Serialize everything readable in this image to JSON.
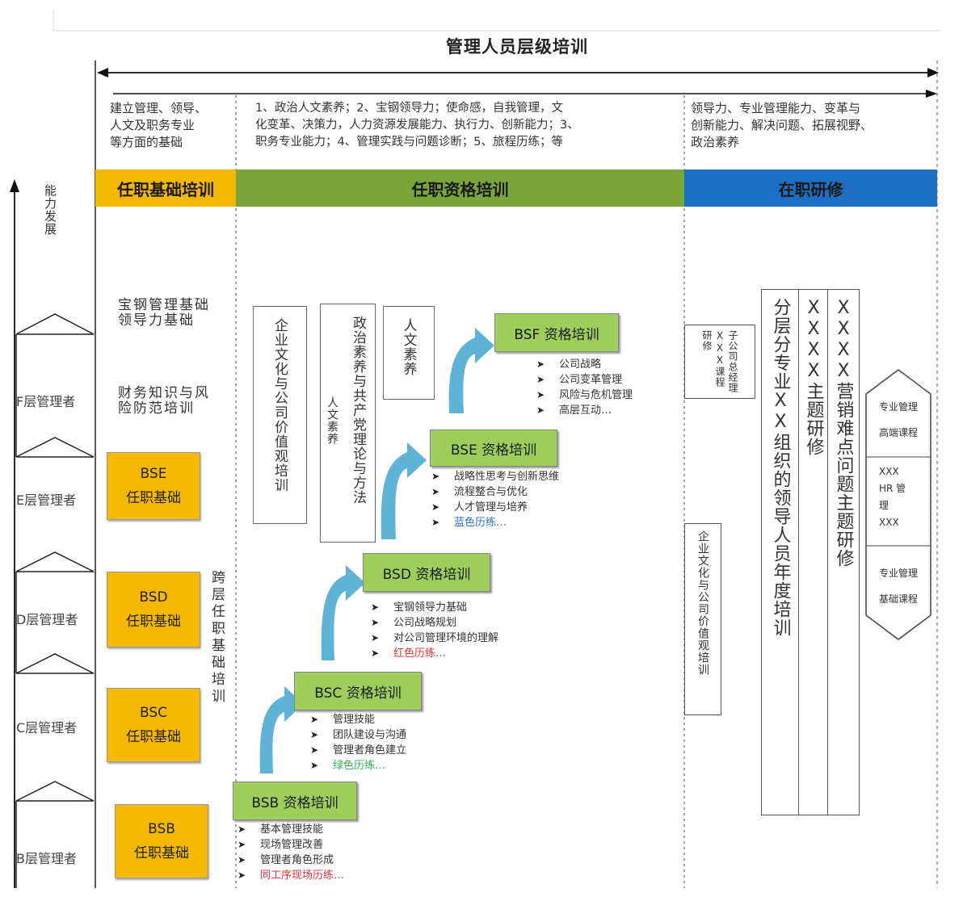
{
  "title": "管理人员层级培训",
  "descriptions": {
    "col1": "建立管理、领导、\n人文及职务专业\n等方面的基础",
    "col2": "1、政治人文素养；2、宝钢领导力；使命感，自我管理，文\n化变革、决策力，人力资源发展能力、执行力、创新能力；3、\n职务专业能力；4、管理实践与问题诊断；5、旅程历练；等",
    "col3": "领导力、专业管理能力、变革与\n创新能力、解决问题、拓展视野、\n政治素养"
  },
  "bands": [
    {
      "label": "任职基础培训",
      "color": "#f5b800"
    },
    {
      "label": "任职资格培训",
      "color": "#7aa53a"
    },
    {
      "label": "在职研修",
      "color": "#1c6fc4"
    }
  ],
  "axis_label": "能力发展",
  "layers": [
    {
      "label": "F层管理者"
    },
    {
      "label": "E层管理者"
    },
    {
      "label": "D层管理者"
    },
    {
      "label": "C层管理者"
    },
    {
      "label": "B层管理者"
    }
  ],
  "basic_boxes": [
    {
      "code": "BSE",
      "sub": "任职基础"
    },
    {
      "code": "BSD",
      "sub": "任职基础"
    },
    {
      "code": "BSC",
      "sub": "任职基础"
    },
    {
      "code": "BSB",
      "sub": "任职基础"
    }
  ],
  "basic_texts": {
    "t1": "宝钢管理基础\n领导力基础",
    "t2": "财务知识与风\n险防范培训",
    "cross_layer": "跨层任职基础培训"
  },
  "vertical_boxes": {
    "culture": "企业文化与公司价值观培训",
    "politics": "政治素养与共产党理论与方法",
    "politics_side": "人文素养",
    "humanities": "人文素养"
  },
  "qualification": [
    {
      "title": "BSF 资格培训",
      "items": [
        {
          "text": "公司战略",
          "color": "normal"
        },
        {
          "text": "公司变革管理",
          "color": "normal"
        },
        {
          "text": "风险与危机管理",
          "color": "normal"
        },
        {
          "text": "高层互动…",
          "color": "normal"
        }
      ]
    },
    {
      "title": "BSE 资格培训",
      "items": [
        {
          "text": "战略性思考与创新思维",
          "color": "normal"
        },
        {
          "text": "流程整合与优化",
          "color": "normal"
        },
        {
          "text": "人才管理与培养",
          "color": "normal"
        },
        {
          "text": "蓝色历练…",
          "color": "blue"
        }
      ]
    },
    {
      "title": "BSD 资格培训",
      "items": [
        {
          "text": "宝钢领导力基础",
          "color": "normal"
        },
        {
          "text": "公司战略规划",
          "color": "normal"
        },
        {
          "text": "对公司管理环境的理解",
          "color": "normal"
        },
        {
          "text": "红色历练…",
          "color": "red"
        }
      ]
    },
    {
      "title": "BSC 资格培训",
      "items": [
        {
          "text": "管理技能",
          "color": "normal"
        },
        {
          "text": "团队建设与沟通",
          "color": "normal"
        },
        {
          "text": "管理者角色建立",
          "color": "normal"
        },
        {
          "text": "绿色历练…",
          "color": "green"
        }
      ]
    },
    {
      "title": "BSB 资格培训",
      "items": [
        {
          "text": "基本管理技能",
          "color": "normal"
        },
        {
          "text": "现场管理改善",
          "color": "normal"
        },
        {
          "text": "管理者角色形成",
          "color": "normal"
        },
        {
          "text": "同工序现场历练…",
          "color": "red"
        }
      ]
    }
  ],
  "right": {
    "subsidiary": "子公司总经理XXX课程研修",
    "culture": "企业文化与公司价值观培训",
    "col_a": "分层分专业XX组织的领导人员年度培训",
    "col_b": "XXXX主题研修",
    "col_c": "XXXX营销难点问题主题研修",
    "hex_top_1": "专业管理",
    "hex_top_2": "高端课程",
    "hex_mid": "XXX\nHR 管\n理\nXXX",
    "hex_bot_1": "专业管理",
    "hex_bot_2": "基础课程"
  }
}
